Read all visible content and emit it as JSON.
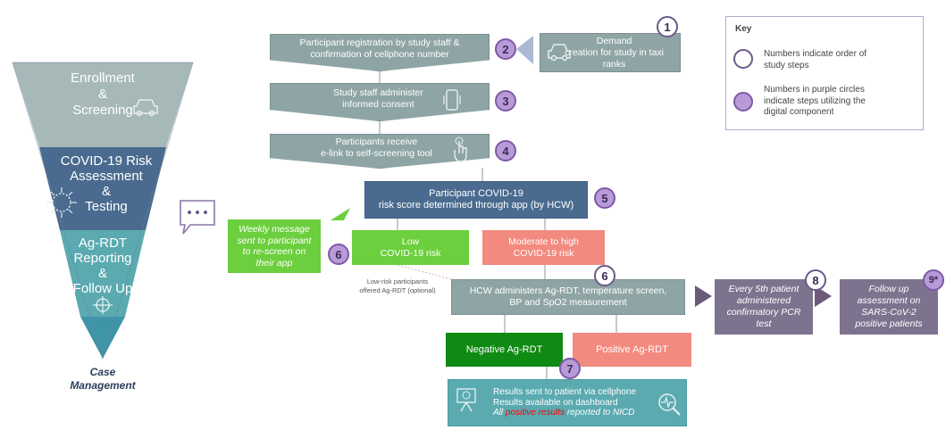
{
  "funnel": {
    "stage1": {
      "line1": "Enrollment",
      "line2": "&",
      "line3": "Screening"
    },
    "stage2": {
      "line1": "COVID-19 Risk",
      "line2": "Assessment",
      "line3": "&",
      "line4": "Testing"
    },
    "stage3": {
      "line1": "Ag-RDT",
      "line2": "Reporting",
      "line3": "&",
      "line4": "Follow Up"
    },
    "case_management": {
      "line1": "Case",
      "line2": "Management"
    }
  },
  "steps": {
    "demand": {
      "line1": "Demand",
      "line2": "creation for study in taxi",
      "line3": "ranks",
      "num": "1"
    },
    "registration": {
      "line1": "Participant registration by study staff &",
      "line2": "confirmation of cellphone number",
      "num": "2"
    },
    "consent": {
      "line1": "Study staff administer",
      "line2": "informed consent",
      "num": "3"
    },
    "elink": {
      "line1": "Participants receive",
      "line2": "e-link to self-screening tool",
      "num": "4"
    },
    "risk_score": {
      "line1": "Participant COVID-19",
      "line2": "risk score determined through app (by HCW)",
      "num": "5"
    },
    "weekly": {
      "line1": "Weekly message",
      "line2": "sent to participant",
      "line3": "to re-screen on",
      "line4": "their app",
      "num": "6"
    },
    "low_risk": {
      "line1": "Low",
      "line2": "COVID-19 risk"
    },
    "moderate_risk": {
      "line1": "Moderate to high",
      "line2": "COVID-19 risk"
    },
    "low_risk_note": {
      "line1": "Low-risk participants",
      "line2": "offered Ag-RDT (optional)"
    },
    "hcw": {
      "line1": "HCW administers Ag-RDT, temperature screen,",
      "line2": "BP and SpO2 measurement",
      "num": "6"
    },
    "negative": {
      "label": "Negative Ag-RDT"
    },
    "positive": {
      "label": "Positive Ag-RDT"
    },
    "results": {
      "line1": "Results sent to patient via cellphone",
      "line2": "Results available on dashboard",
      "line3a": "All ",
      "line3b": "positive results",
      "line3c": " reported to NICD",
      "num": "7"
    },
    "pcr": {
      "line1": "Every 5th patient",
      "line2": "administered",
      "line3": "confirmatory PCR",
      "line4": "test",
      "num": "8"
    },
    "followup": {
      "line1": "Follow up",
      "line2": "assessment on",
      "line3": "SARS-CoV-2",
      "line4": "positive patients",
      "num": "9*"
    }
  },
  "key": {
    "title": "Key",
    "item1_line1": "Numbers  indicate order of",
    "item1_line2": "study steps",
    "item2_line1": "Numbers in purple circles",
    "item2_line2": "indicate steps utilizing the",
    "item2_line3": "digital component"
  },
  "colors": {
    "funnel_top": "#a6b9b8",
    "funnel_mid": "#4a6b8f",
    "funnel_low": "#5aaab0",
    "funnel_tip": "#3f95a8",
    "digital_circle": "#b89ad6",
    "accent_purple": "#7e738f",
    "low_risk_green": "#6ccf3d",
    "risk_salmon": "#f28a7f",
    "negative_green": "#0f8a12",
    "positive_red": "#ff0000"
  }
}
